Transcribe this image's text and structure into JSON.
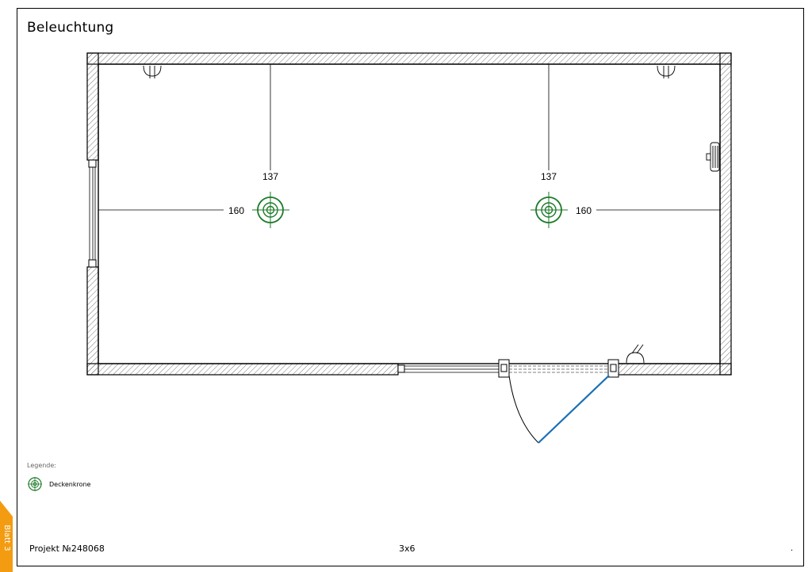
{
  "page": {
    "title": "Beleuchtung",
    "project": "Projekt №248068",
    "size": "3x6",
    "footer_mark": ".",
    "sheet_tab": "Blatt 3"
  },
  "dimensions": {
    "light_left": {
      "top_distance": "137",
      "side_distance": "160"
    },
    "light_right": {
      "top_distance": "137",
      "side_distance": "160"
    }
  },
  "legend": {
    "title": "Legende:",
    "items": [
      {
        "label": "Deckenkrone",
        "icon": "ceiling-light-icon"
      }
    ]
  },
  "colors": {
    "light_symbol": "#1e7a2a",
    "door_leaf": "#1a6fb5",
    "sheet_tab": "#f39c12",
    "wall_line": "#000000"
  }
}
